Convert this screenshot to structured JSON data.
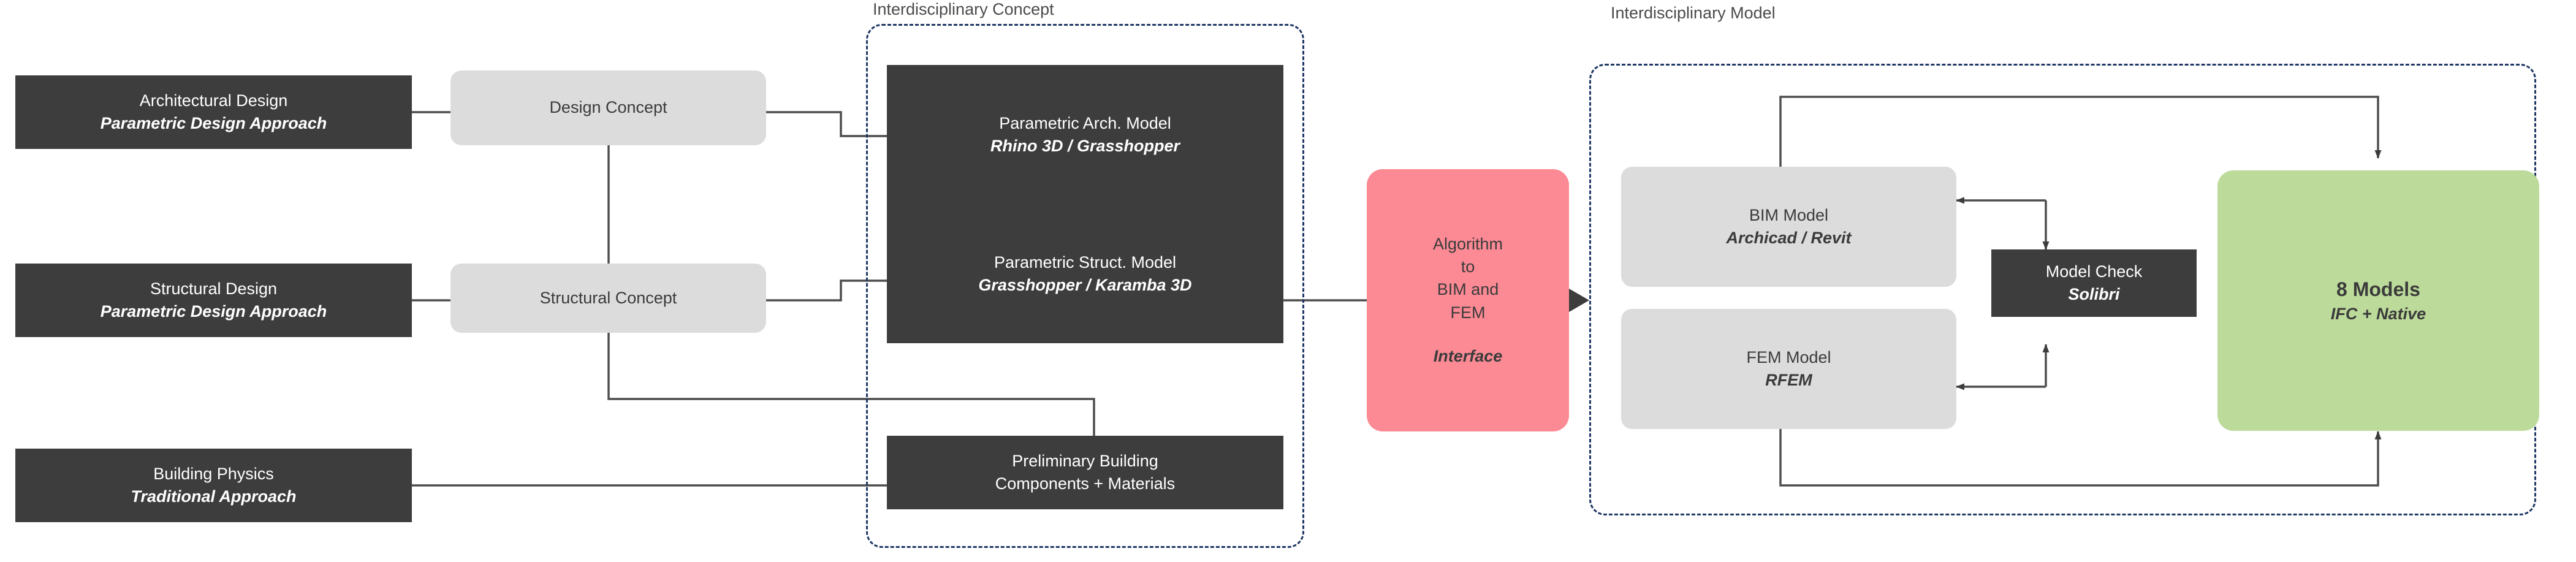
{
  "colors": {
    "dark_box": "#3d3d3d",
    "grey_box": "#dcdcdc",
    "pink_box": "#fb8a94",
    "green_box": "#bcdb9b",
    "dashed_border": "#1f3864",
    "connector": "#4d4d4d",
    "background": "#ffffff"
  },
  "groups": {
    "concept": {
      "label": "Interdisciplinary Concept"
    },
    "model": {
      "label": "Interdisciplinary Model"
    }
  },
  "disciplines": [
    {
      "title": "Architectural Design",
      "subtitle": "Parametric Design Approach"
    },
    {
      "title": "Structural Design",
      "subtitle": "Parametric Design Approach"
    },
    {
      "title": "Building Physics",
      "subtitle": "Traditional Approach"
    }
  ],
  "concepts": [
    {
      "title": "Design Concept"
    },
    {
      "title": "Structural Concept"
    }
  ],
  "concept_models": [
    {
      "title": "Parametric Arch. Model",
      "subtitle": "Rhino 3D / Grasshopper"
    },
    {
      "title": "Parametric Struct. Model",
      "subtitle": "Grasshopper / Karamba 3D"
    }
  ],
  "preliminary": {
    "line1": "Preliminary Building",
    "line2": "Components + Materials"
  },
  "interface": {
    "line1": "Algorithm",
    "line2": "to",
    "line3": "BIM and",
    "line4": "FEM",
    "subtitle": "Interface"
  },
  "models": [
    {
      "title": "BIM Model",
      "subtitle": "Archicad / Revit"
    },
    {
      "title": "FEM Model",
      "subtitle": "RFEM"
    }
  ],
  "model_check": {
    "title": "Model Check",
    "subtitle": "Solibri"
  },
  "deliverable": {
    "title": "8 Models",
    "subtitle": "IFC + Native"
  }
}
